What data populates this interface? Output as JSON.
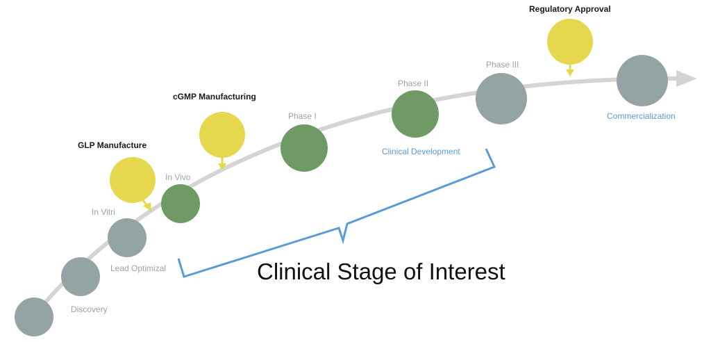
{
  "stages": [
    {
      "label": "Discovery",
      "color": "#94a4a4"
    },
    {
      "label": "Lead Optimizal",
      "color": "#94a4a4"
    },
    {
      "label": "In Vitri",
      "color": "#94a4a4"
    },
    {
      "label": "In Vivo",
      "color": "#6f9a66"
    },
    {
      "label": "Phase I",
      "color": "#6f9a66"
    },
    {
      "label": "Phase II",
      "color": "#6f9a66"
    },
    {
      "label": "Phase III",
      "color": "#94a4a4"
    },
    {
      "label": "Commercialization",
      "color": "#94a4a4"
    }
  ],
  "callouts": [
    {
      "label": "GLP Manufacture",
      "color": "#e6d84e"
    },
    {
      "label": "cGMP Manufacturing",
      "color": "#e6d84e"
    },
    {
      "label": "Regulatory Approval",
      "color": "#e6d84e"
    }
  ],
  "bracket": {
    "group_label": "Clinical Development",
    "title": "Clinical Stage of Interest",
    "color": "#5b9bd5"
  },
  "curve_color": "#d4d4d4"
}
